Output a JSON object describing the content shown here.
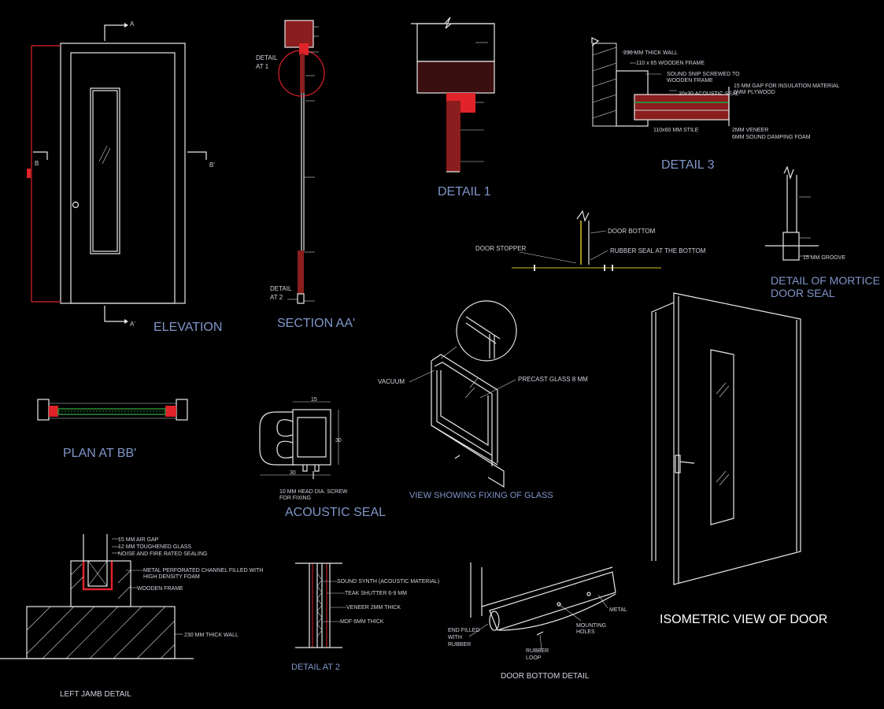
{
  "titles": {
    "elevation": "ELEVATION",
    "section": "SECTION AA'",
    "detail1": "DETAIL  1",
    "detail3": "DETAIL 3",
    "mortice_line1": "DETAIL OF MORTICE",
    "mortice_line2": "DOOR SEAL",
    "plan": "PLAN AT BB'",
    "acoustic": "ACOUSTIC SEAL",
    "glass_view": "VIEW SHOWING FIXING OF GLASS",
    "isometric": "ISOMETRIC VIEW OF DOOR",
    "left_jamb": "LEFT JAMB DETAIL",
    "detail2": "DETAIL AT 2",
    "door_bottom_detail": "DOOR BOTTOM DETAIL"
  },
  "elevation": {
    "marker_a": "A",
    "marker_a2": "A'",
    "marker_b": "B",
    "marker_b2": "B'"
  },
  "section": {
    "detail_at_1_l1": "DETAIL",
    "detail_at_1_l2": "AT 1",
    "detail_at_2_l1": "DETAIL",
    "detail_at_2_l2": "AT 2"
  },
  "detail3": {
    "wall": "230 MM THICK WALL",
    "frame": "110 x 65 WOODEN FRAME",
    "snip_l1": "SOUND SNIP SCREWED TO",
    "snip_l2": "WOODEN FRAME",
    "gap": "15 MM GAP FOR INSULATION MATERIAL",
    "plywood": "6MM PLYWOOD",
    "seal": "20x30 ACOUSTIC SEAL",
    "stile": "110x60 MM STILE",
    "veneer": "2MM VENEER",
    "foam": "6MM SOUND DAMPING FOAM"
  },
  "door_bottom": {
    "stopper": "DOOR STOPPER",
    "bottom": "DOOR BOTTOM",
    "rubber": "RUBBER SEAL AT THE BOTTOM"
  },
  "mortice": {
    "groove": "15 MM GROOVE"
  },
  "glass_view": {
    "vacuum": "VACUUM",
    "precast": "PRECAST GLASS  8 MM"
  },
  "acoustic": {
    "dim_top": "15",
    "dim_right": "30",
    "dim_bottom": "30",
    "screw_l1": "10 MM HEAD DIA. SCREW",
    "screw_l2": "FOR FIXING"
  },
  "left_jamb": {
    "air_gap": "15 MM AIR GAP",
    "glass": "12 MM TOUGHENED GLASS",
    "sealing": "NOISE AND FIRE RATED SEALING",
    "channel_l1": "METAL PERFORATED CHANNEL FILLED WITH",
    "channel_l2": "HIGH DENSITY FOAM",
    "frame": "WOODEN FRAME",
    "wall": "230 MM THICK WALL"
  },
  "detail2": {
    "synth": "SOUND SYNTH (ACOUSTIC MATERIAL)",
    "teak": "TEAK SHUTTER 6-9 MM",
    "veneer": "VENEER 2MM THICK",
    "mdf": "MDF 6MM THICK"
  },
  "bottom_detail": {
    "metal": "METAL",
    "holes_l1": "MOUNTING",
    "holes_l2": "HOLES",
    "end_l1": "END FILLED",
    "end_l2": "WITH",
    "end_l3": "RUBBER",
    "loop_l1": "RUBBER",
    "loop_l2": "LOOP"
  },
  "colors": {
    "background": "#000000",
    "title_blue": "#7f95c9",
    "line_white": "#e8e8e8",
    "accent_red": "#e0232a",
    "brick": "#8a1d1d",
    "green_hatch": "#2f8a3a"
  }
}
